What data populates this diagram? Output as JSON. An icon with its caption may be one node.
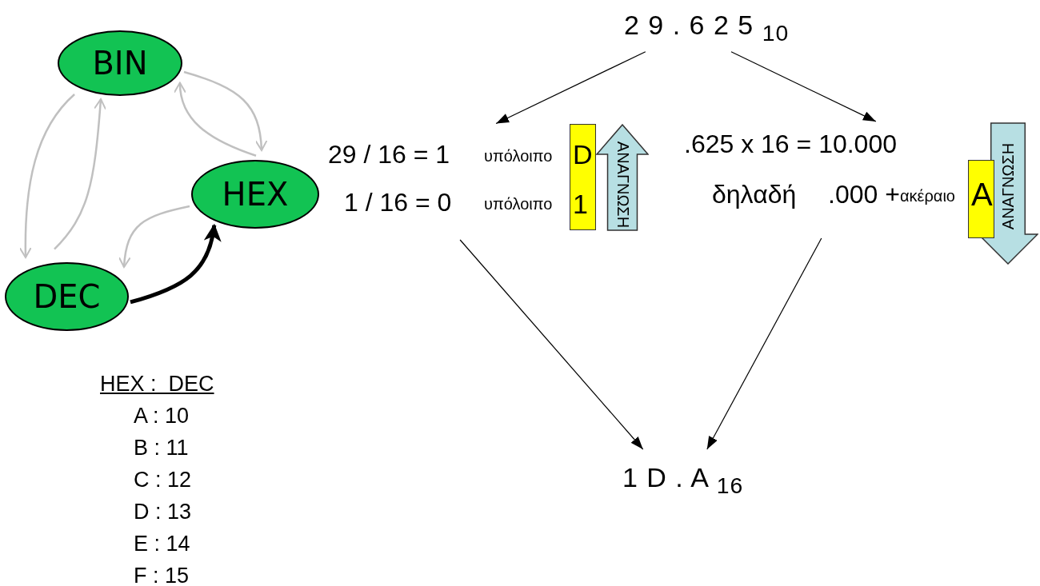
{
  "diagram": {
    "nodes": [
      {
        "text": [
          "BIN"
        ]
      },
      {
        "text": [
          "HEX"
        ]
      },
      {
        "text": [
          "DEC"
        ]
      },
      {
        "text": [
          "2 9 . 6 2 5 $_{10}$"
        ]
      },
      {
        "text": [
          "29 / 16 = 1",
          "υπόλοιπο",
          "1 / 16 = 0",
          "υπόλοιπο"
        ]
      },
      {
        "text": [
          ".625 x 16 = 10.000",
          "δηλαδή",
          ".000 +",
          "ακέραιο"
        ]
      },
      {
        "text": [
          "1 D . A $_{16}$"
        ]
      },
      {
        "text": [
          "D",
          "1"
        ],
        "in": 4
      },
      {
        "text": [
          "ΑΝΑΓΝΩΣΗ"
        ],
        "in": 4
      },
      {
        "text": [
          "A"
        ],
        "in": 5
      },
      {
        "text": [
          "ΑΝΑΓΝΩΣΗ"
        ],
        "in": 5
      }
    ],
    "edges": [
      {
        "from": 0,
        "to": 2,
        "arrow": "to",
        "color": "#c0c0c0"
      },
      {
        "from": 2,
        "to": 0,
        "arrow": "to",
        "color": "#c0c0c0"
      },
      {
        "from": 0,
        "to": 1,
        "arrow": "to",
        "color": "#c0c0c0"
      },
      {
        "from": 1,
        "to": 0,
        "arrow": "to",
        "color": "#c0c0c0"
      },
      {
        "from": 1,
        "to": 2,
        "arrow": "to",
        "color": "#c0c0c0"
      },
      {
        "from": 2,
        "to": 1,
        "arrow": "to",
        "style": "thick",
        "color": "#000000"
      },
      {
        "from": 3,
        "to": 4,
        "arrow": "to",
        "color": "#000000"
      },
      {
        "from": 3,
        "to": 5,
        "arrow": "to",
        "color": "#000000"
      },
      {
        "from": 4,
        "to": 6,
        "arrow": "to",
        "color": "#000000"
      },
      {
        "from": 5,
        "to": 6,
        "arrow": "to",
        "color": "#000000"
      }
    ],
    "labels": [
      "HEX :  DEC",
      "A : 10",
      "B : 11",
      "C : 12",
      "D : 13",
      "E : 14",
      "F : 15"
    ]
  }
}
